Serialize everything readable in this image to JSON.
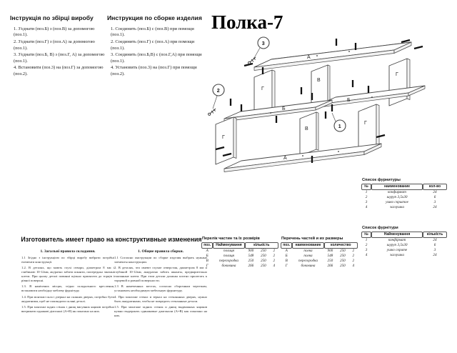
{
  "product_title": "Полка-7",
  "instructions_ua": {
    "title": "Інструкція по збірці виробу",
    "steps": [
      "1. З'єднати (поз.Б) з (поз.В) за допомогою (поз.1).",
      "2. З'єднати (поз.Г) з (поз.А) за допомогою (поз.1).",
      "3. З'єднати (поз.Б, В) з (поз.Г, А) за допомогою (поз.1).",
      "4. Встановити (поз.3) на (поз.Г) за допомогою (поз.2)."
    ]
  },
  "instructions_ru": {
    "title": "Инструкция по сборке изделия",
    "steps": [
      "1. Соединить (поз.Б) с (поз.В) при помощи (поз.1).",
      "2. Соединить (поз.Г) с  (поз.А)  при помощи (поз.1).",
      "3. Соединить  (поз.Б,В) с  (поз.Г,А)  при помощи (поз.1).",
      "4. Установить (поз.3) на  (поз.Г) при помощи (поз.2)."
    ]
  },
  "diagram": {
    "label_a": "А",
    "label_b": "Б",
    "label_v": "В",
    "label_g": "Г",
    "callout_1": "1",
    "callout_2": "2",
    "callout_3": "3"
  },
  "hardware_ru": {
    "title": "Список фурнитуры",
    "headers": [
      "№",
      "наименование",
      "кол-во"
    ],
    "rows": [
      [
        "1",
        "конфирмат",
        "24"
      ],
      [
        "2",
        "шуруп 3,5х30",
        "6"
      ],
      [
        "3",
        "ушко скрытое",
        "3"
      ],
      [
        "4",
        "заглушка",
        "24"
      ]
    ]
  },
  "hardware_ua": {
    "title": "Список фурнітури",
    "headers": [
      "№",
      "Найменування",
      "кількість"
    ],
    "rows": [
      [
        "1",
        "конфірмат",
        "24"
      ],
      [
        "2",
        "шуруп 3,5х30",
        "6"
      ],
      [
        "3",
        "ушко скрите",
        "3"
      ],
      [
        "4",
        "заглушка",
        "24"
      ]
    ]
  },
  "manufacturer_note": "Изготовитель имеет право на конструктивные изменения",
  "rules_ua": {
    "title": "1. Загальні правила складання.",
    "paragraphs": [
      "1.1 Згідно з інструкцією по збірці виробу вибрати потрібні елементи конструкції.",
      "1.2. В деталях, що мають глухі отвори, діаметром 8 мм і глибиною 10-12мм, акуратно забити шканти, попередньо змазані клеєм. При цьому деталі повинні щільно прилягати до торців і рівної поверхні.",
      "1.3. В намічених місцях, згідно складального креслення, встановити необхідну меблеву фурнітуру.",
      "1.4. При монтажі скла і дзеркал на скляних дверях, потрібно бути акуратними, щоб не пошкодити скляні деталі.",
      "1.5. При монтажі задніх стінок і днищ висувних ящиків потрібно витримати однакові діагоналі (А=В) як показано на них."
    ]
  },
  "rules_ru": {
    "title": "1. Общие правила сборки.",
    "paragraphs": [
      "1.1 Согласно инструкции по сборке изделия выбрать нужные элементы конструкции.",
      "2. В деталях, что имеют глухие отверстия, диаметром 8 мм и глубиной 10-12мм, аккуратно забить шканты, предварительно смазанные клеем. При этом детали должны плотно прилегать к торцевой и ровной поверхности.",
      "1.3 В намеченных местах, согласно сборочным чертежам, установить необходимую мебельную фурнитуру.",
      "4. При монтаже стекол и зеркал на стеклянных дверях, нужно быть аккуратными, чтобы не повредить стеклянные детали.",
      "1.5. При монтаже задних стенок и днищ выдвижных ящиков нужно выдержать одинаковые диагонали (А=В) как показано на них."
    ]
  },
  "parts_ua": {
    "title": "Перелік частин та їх розмірів",
    "headers": [
      "поз.",
      "Найменування",
      "кількість"
    ],
    "rows": [
      [
        "А",
        "полиця",
        "900",
        "250",
        "2"
      ],
      [
        "Б",
        "полиця",
        "548",
        "250",
        "2"
      ],
      [
        "В",
        "перегородка",
        "250",
        "250",
        "2"
      ],
      [
        "Г",
        "боковина",
        "266",
        "250",
        "4"
      ]
    ]
  },
  "parts_ru": {
    "title": "Перечень частей и их размеры",
    "headers": [
      "поз.",
      "наименование",
      "количество"
    ],
    "rows": [
      [
        "А",
        "полка",
        "900",
        "250",
        "2"
      ],
      [
        "Б",
        "полка",
        "548",
        "250",
        "2"
      ],
      [
        "В",
        "перегородка",
        "250",
        "250",
        "2"
      ],
      [
        "Г",
        "боковина",
        "266",
        "250",
        "4"
      ]
    ]
  }
}
